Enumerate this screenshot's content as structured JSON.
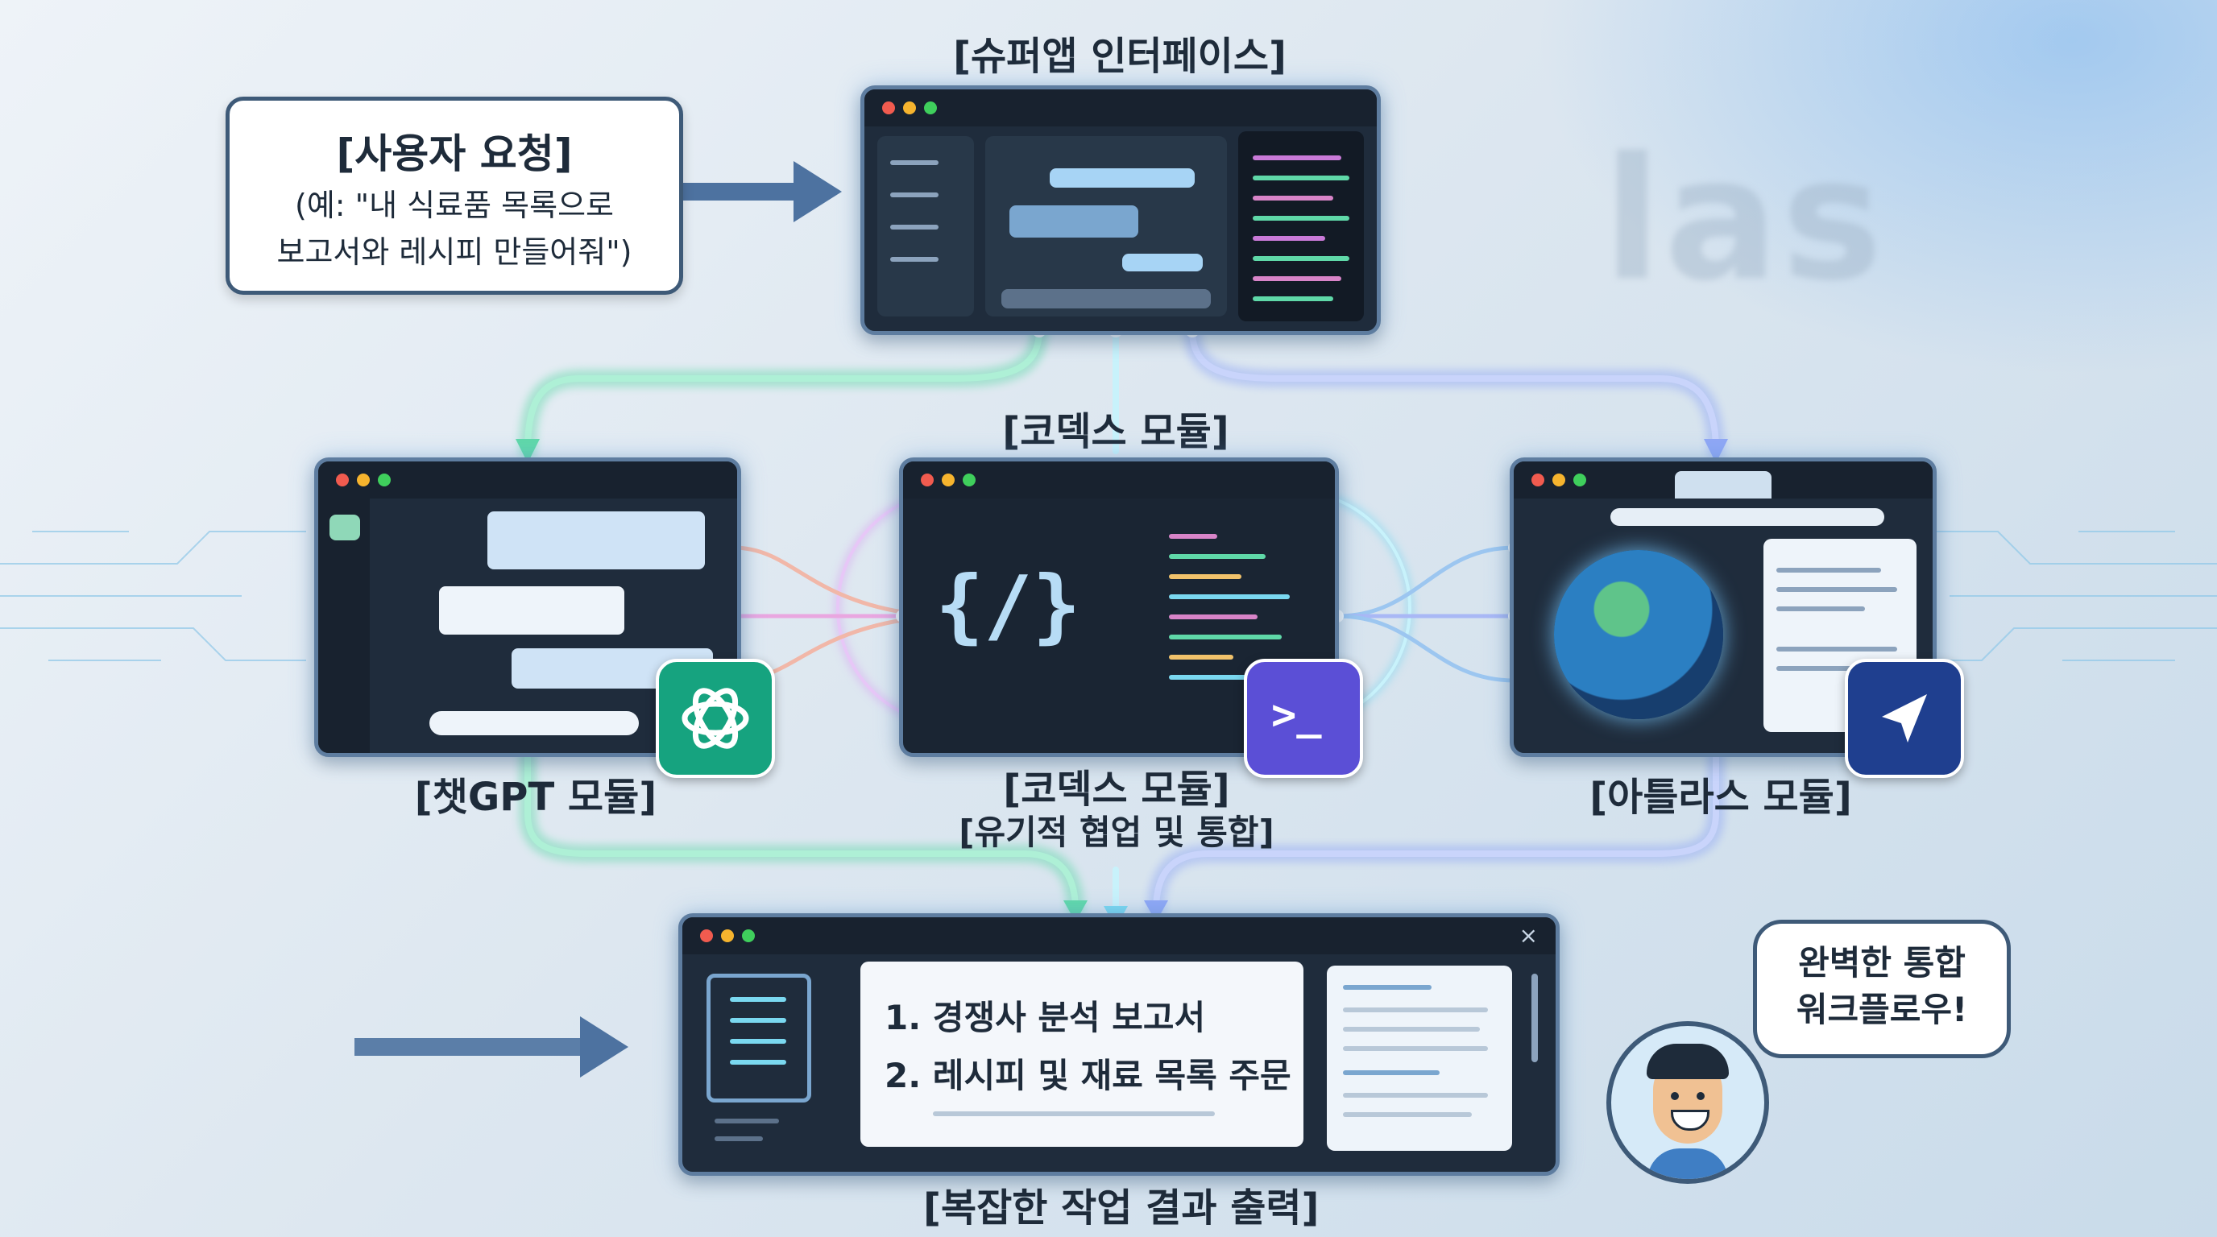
{
  "diagram": {
    "superapp_label": "[슈퍼앱 인터페이스]",
    "user_request": {
      "title": "[사용자 요청]",
      "line1": "(예: \"내 식료품 목록으로",
      "line2": "보고서와 레시피 만들어줘\")"
    },
    "codex_top_label": "[코덱스 모듈]",
    "chatgpt_label": "[챗GPT 모듈]",
    "codex_label": "[코덱스 모듈]",
    "codex_sublabel": "[유기적 협업 및 통합]",
    "atlas_label": "[아틀라스 모듈]",
    "code_symbol": "{/}",
    "terminal_symbol": ">_",
    "output": {
      "task1": "1. 경쟁사 분석 보고서",
      "task2": "2. 레시피 및 재료 목록 주문",
      "label": "[복잡한 작업 결과 출력]"
    },
    "speech": {
      "line1": "완벽한 통합",
      "line2": "워크플로우!"
    },
    "background_text": "las",
    "colors": {
      "chatgpt_flow": "#5fd8a8",
      "codex_flow": "#7ad8f0",
      "atlas_flow": "#8fa6f5",
      "chatgpt_logo": "#16a37f",
      "codex_logo": "#5b4fd6",
      "atlas_logo": "#1f3f8f"
    }
  }
}
